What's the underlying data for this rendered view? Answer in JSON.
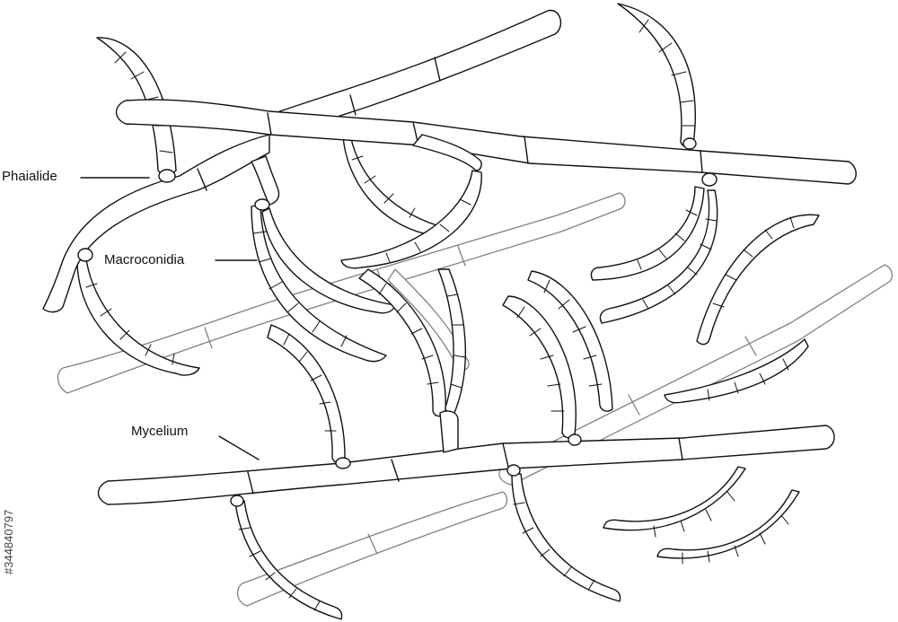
{
  "labels": {
    "phialide": "Phaialide",
    "macroconidia": "Macroconidia",
    "mycelium": "Mycelium"
  },
  "watermark": {
    "id": "#344840797"
  },
  "colors": {
    "outline": "#111111",
    "fill": "#ffffff",
    "background_hyphae": "#808080"
  }
}
